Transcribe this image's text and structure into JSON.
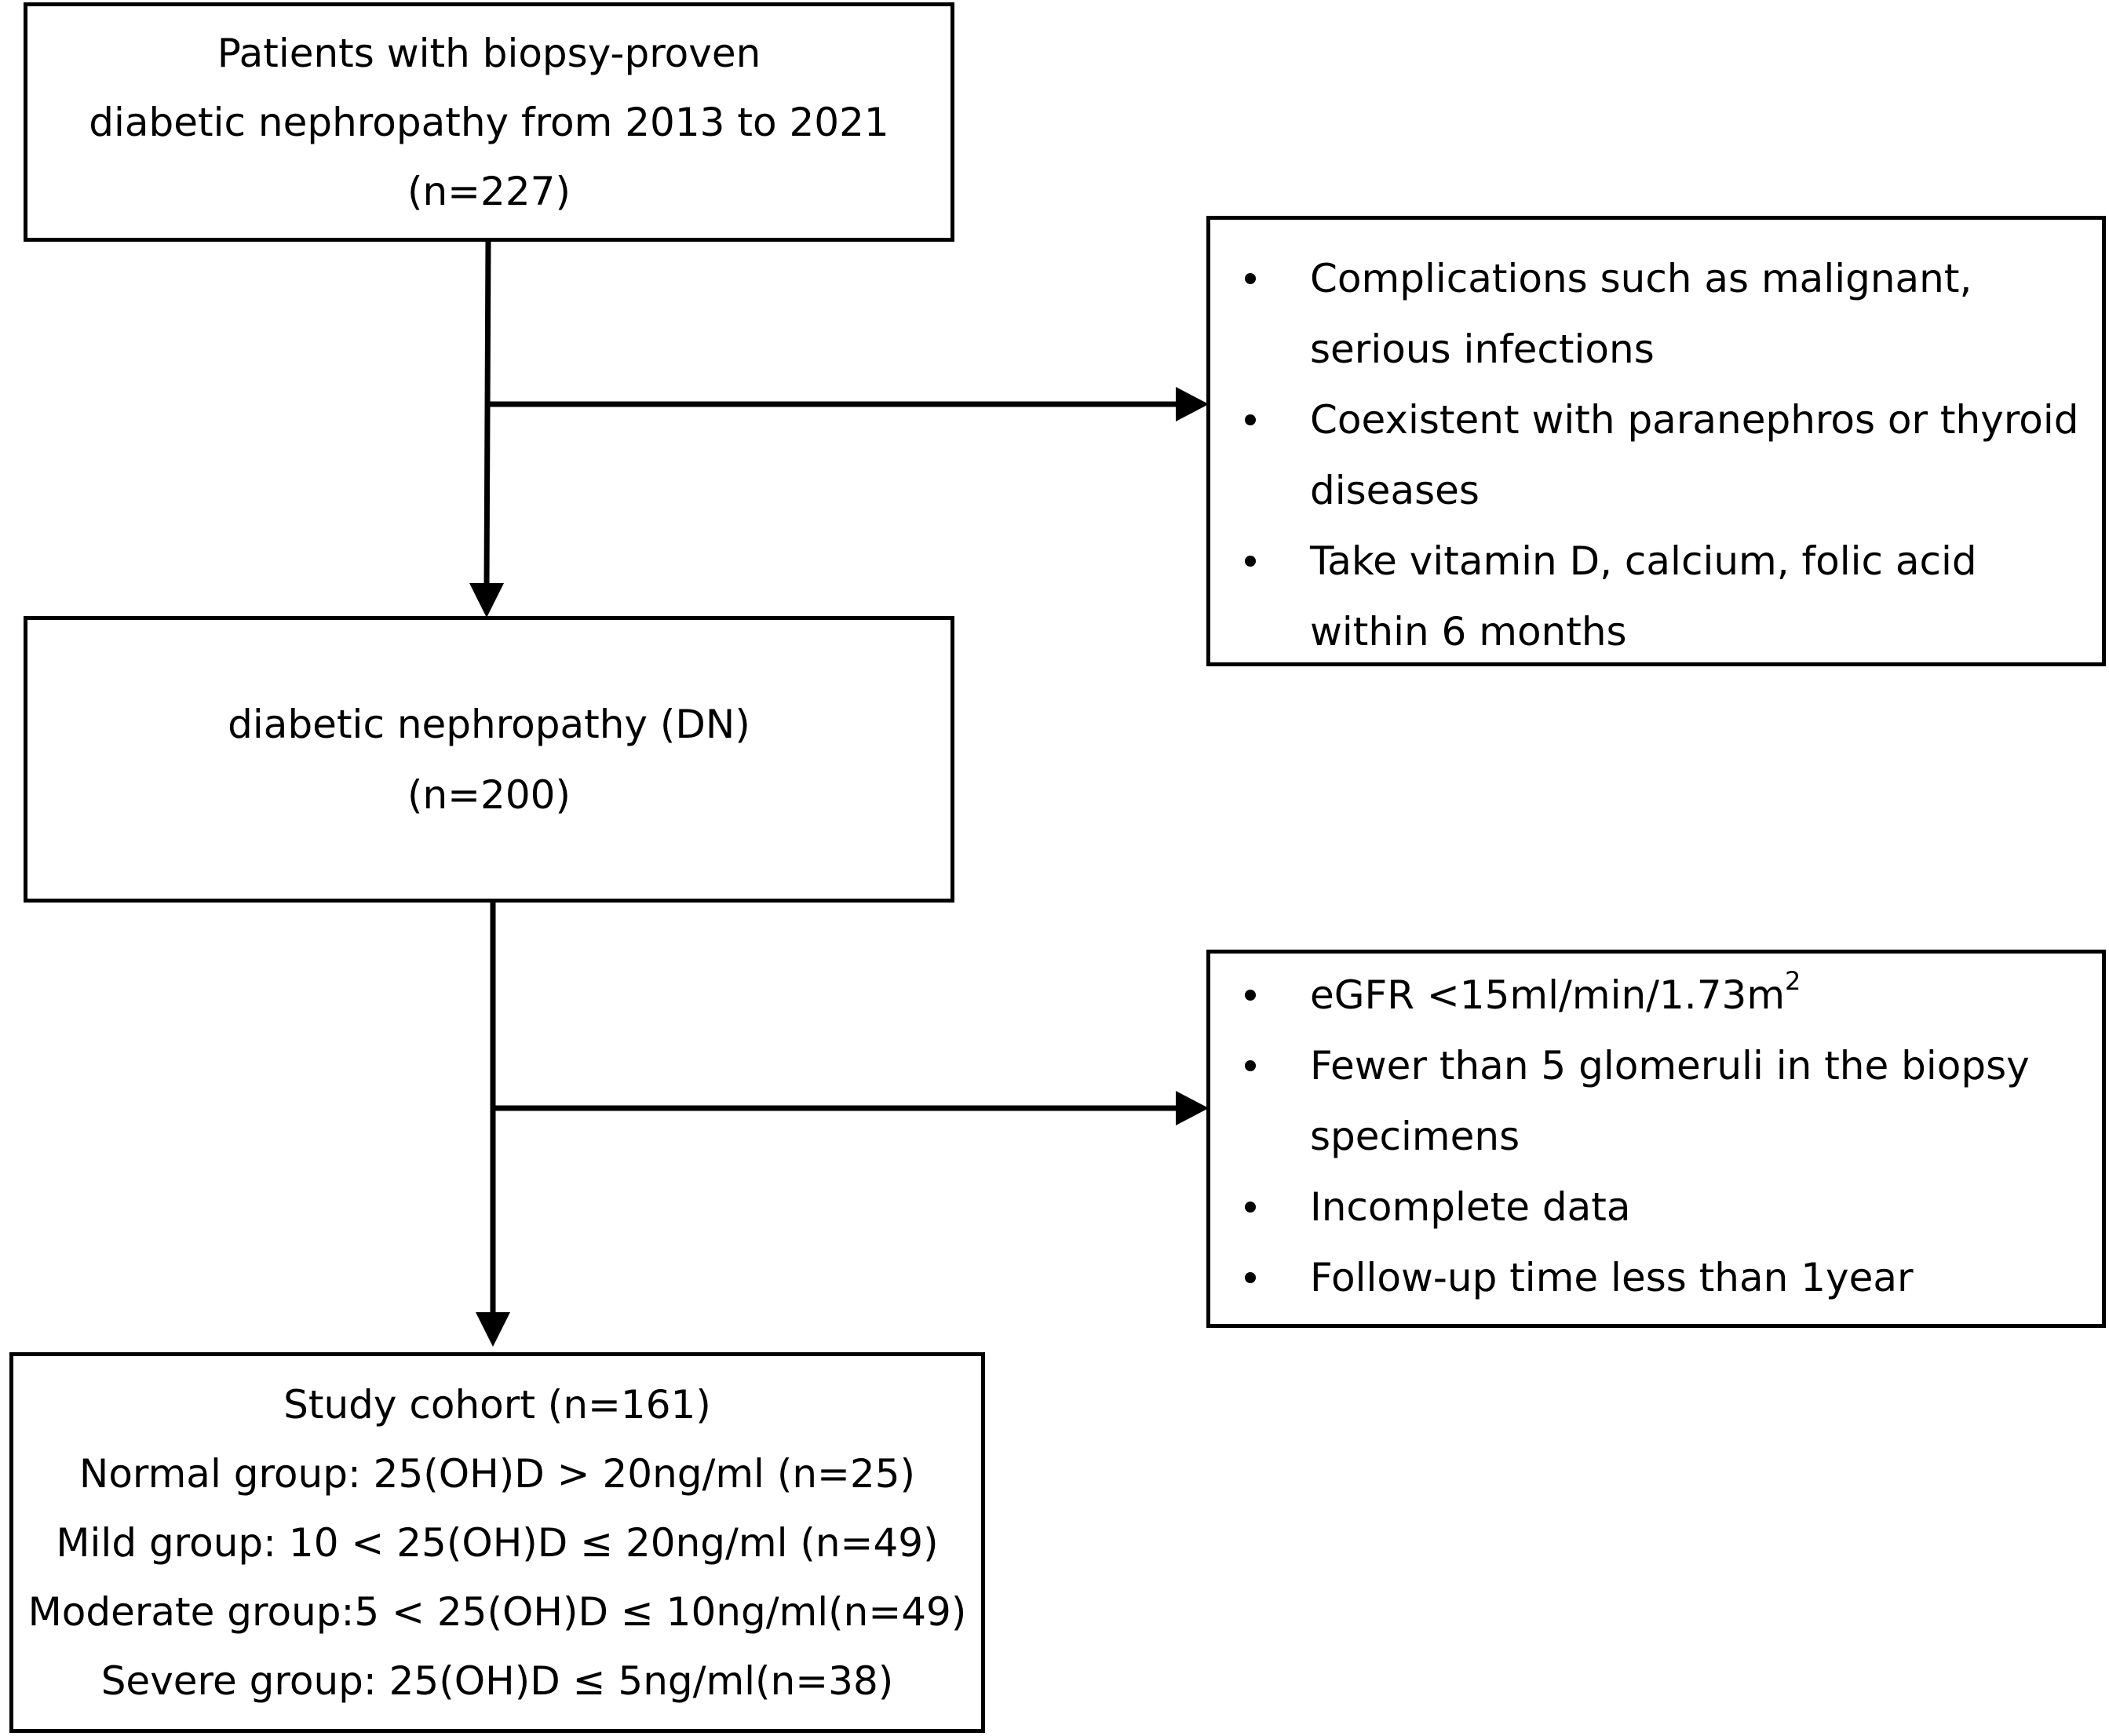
{
  "box_patients": {
    "line1": "Patients with biopsy-proven",
    "line2": "diabetic nephropathy  from 2013 to 2021",
    "line3": "(n=227)"
  },
  "box_dn": {
    "line1": "diabetic nephropathy (DN)",
    "line2": "(n=200)"
  },
  "box_cohort": {
    "line1": "Study cohort (n=161)",
    "line2": "Normal group: 25(OH)D > 20ng/ml (n=25)",
    "line3": "Mild group: 10 < 25(OH)D ≤ 20ng/ml (n=49)",
    "line4": "Moderate group:5 < 25(OH)D ≤ 10ng/ml(n=49)",
    "line5": "Severe group: 25(OH)D ≤ 5ng/ml(n=38)"
  },
  "exclusion1": {
    "items": [
      {
        "a": "Complications such as malignant,",
        "b": "serious infections"
      },
      {
        "a": "Coexistent with paranephros or thyroid",
        "b": "diseases"
      },
      {
        "a": "Take vitamin D, calcium, folic acid",
        "b": "within 6 months"
      }
    ]
  },
  "exclusion2": {
    "egfr_text": "eGFR <15ml/min/1.73m",
    "egfr_sup": "2",
    "items": [
      {
        "a": "Fewer than 5 glomeruli in the biopsy",
        "b": "specimens"
      },
      {
        "a": "Incomplete data",
        "b": ""
      },
      {
        "a": "Follow-up time less than 1year",
        "b": ""
      }
    ]
  }
}
